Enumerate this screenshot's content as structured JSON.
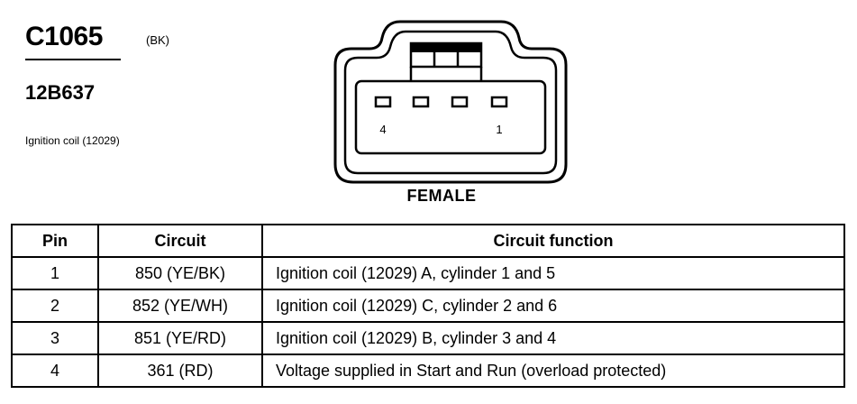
{
  "connector": {
    "id": "C1065",
    "color": "(BK)",
    "part_number": "12B637",
    "component": "Ignition coil (12029)",
    "gender": "FEMALE",
    "cavity_labels": {
      "left": "4",
      "right": "1"
    }
  },
  "pin_table": {
    "headers": {
      "pin": "Pin",
      "circuit": "Circuit",
      "function": "Circuit function"
    },
    "rows": [
      {
        "pin": "1",
        "circuit": "850 (YE/BK)",
        "function": "Ignition coil (12029) A, cylinder 1 and 5"
      },
      {
        "pin": "2",
        "circuit": "852 (YE/WH)",
        "function": "Ignition coil (12029) C, cylinder 2 and 6"
      },
      {
        "pin": "3",
        "circuit": "851 (YE/RD)",
        "function": "Ignition coil (12029) B, cylinder 3 and 4"
      },
      {
        "pin": "4",
        "circuit": "361 (RD)",
        "function": "Voltage supplied in Start and Run (overload protected)"
      }
    ]
  }
}
